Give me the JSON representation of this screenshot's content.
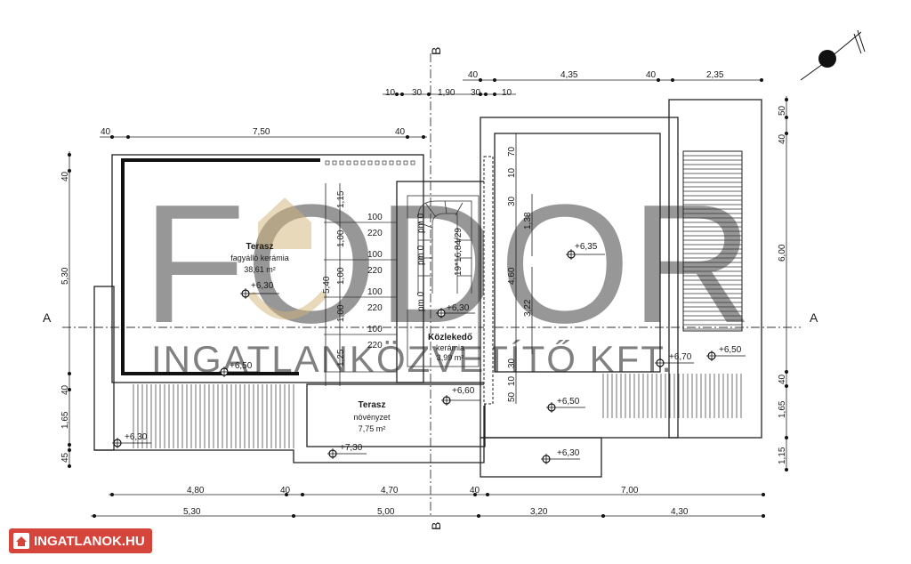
{
  "watermark": {
    "brand": "FODOR",
    "tagline": "INGATLANKÖZVETÍTŐ KFT."
  },
  "source_badge": {
    "label": "INGATLANOK.HU"
  },
  "section_markers": {
    "horizontal": "A",
    "vertical": "B"
  },
  "rooms": {
    "terrace_main": {
      "name": "Terasz",
      "finish": "fagyálló kerámia",
      "area": "38,61 m²",
      "level": "+6,30"
    },
    "terrace_small": {
      "name": "Terasz",
      "finish": "növényzet",
      "area": "7,75 m²"
    },
    "corridor": {
      "name": "Közlekedő",
      "finish": "kerámia",
      "area": "3,99 m²",
      "level": "+6,30"
    }
  },
  "levels": {
    "l1": "+6,50",
    "l2": "+6,30",
    "l3": "+7,30",
    "l4": "+6,60",
    "l5": "+6,50",
    "l6": "+6,30",
    "l7": "+6,35",
    "l8": "+6,70",
    "l9": "+6,50"
  },
  "stair": {
    "label": "19*16,84/29",
    "pm1": "pm 0",
    "pm2": "pm 0",
    "pm3": "pm 0"
  },
  "openings": {
    "w1_top": "100",
    "w1_bot": "220",
    "w2_top": "100",
    "w2_bot": "220",
    "w3_top": "100",
    "w3_bot": "220",
    "w4_top": "100",
    "w4_bot": "220"
  },
  "dimensions": {
    "top1": {
      "a": "40",
      "b": "4,35",
      "c": "40",
      "d": "2,35"
    },
    "top2": {
      "a": "10",
      "b": "30",
      "c": "1,90",
      "d": "30",
      "e": "10"
    },
    "top3": {
      "a": "40",
      "b": "7,50",
      "c": "40"
    },
    "left": {
      "a": "40",
      "b": "5,30",
      "c": "40",
      "d": "1,65",
      "e": "45"
    },
    "inner_left": {
      "a": "1,15",
      "b": "1,00",
      "c": "1,00",
      "d": "1,00",
      "e": "1,25",
      "f": "5,40"
    },
    "mid_vertical": {
      "a": "70",
      "b": "10",
      "c": "30",
      "d": "1,38",
      "e": "4,60",
      "f": "3,22",
      "g": "30",
      "h": "10",
      "i": "50"
    },
    "right": {
      "a": "50",
      "b": "40",
      "c": "6,00",
      "d": "40",
      "e": "1,65",
      "f": "1,15"
    },
    "bottom1": {
      "a": "4,80",
      "b": "40",
      "c": "4,70",
      "d": "40",
      "e": "7,00"
    },
    "bottom2": {
      "a": "5,30",
      "b": "5,00",
      "c": "3,20",
      "d": "4,30"
    }
  }
}
